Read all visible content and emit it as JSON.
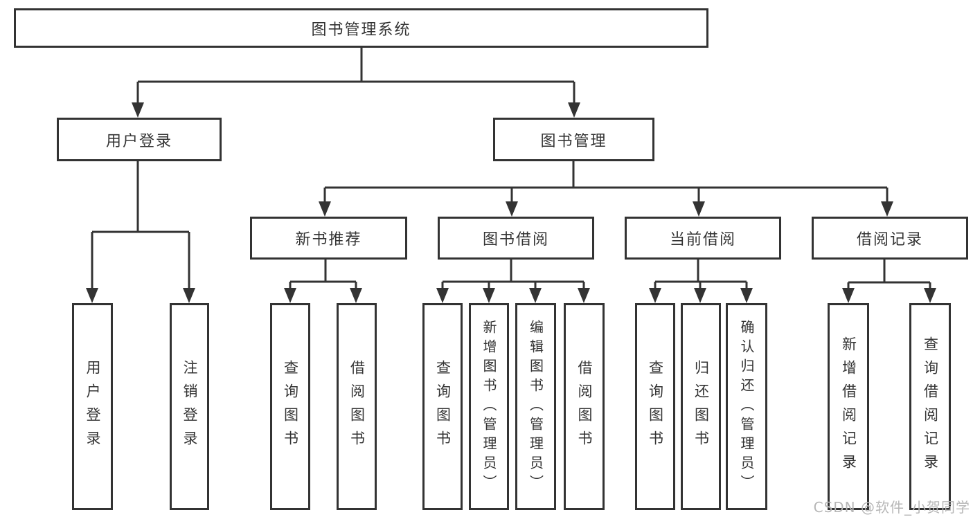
{
  "watermark": "CSDN @软件_小贺同学",
  "colors": {
    "line": "#333333",
    "box_border": "#333333",
    "text": "#333333",
    "background": "#ffffff",
    "watermark": "#b7b7b7"
  },
  "tree": {
    "label": "图书管理系统",
    "children": [
      {
        "label": "用户登录",
        "children": [
          {
            "label": "用户登录"
          },
          {
            "label": "注销登录"
          }
        ]
      },
      {
        "label": "图书管理",
        "children": [
          {
            "label": "新书推荐",
            "children": [
              {
                "label": "查询图书"
              },
              {
                "label": "借阅图书"
              }
            ]
          },
          {
            "label": "图书借阅",
            "children": [
              {
                "label": "查询图书"
              },
              {
                "label": "新增图书（管理员）"
              },
              {
                "label": "编辑图书（管理员）"
              },
              {
                "label": "借阅图书"
              }
            ]
          },
          {
            "label": "当前借阅",
            "children": [
              {
                "label": "查询图书"
              },
              {
                "label": "归还图书"
              },
              {
                "label": "确认归还（管理员）"
              }
            ]
          },
          {
            "label": "借阅记录",
            "children": [
              {
                "label": "新增借阅记录"
              },
              {
                "label": "查询借阅记录"
              }
            ]
          }
        ]
      }
    ]
  }
}
